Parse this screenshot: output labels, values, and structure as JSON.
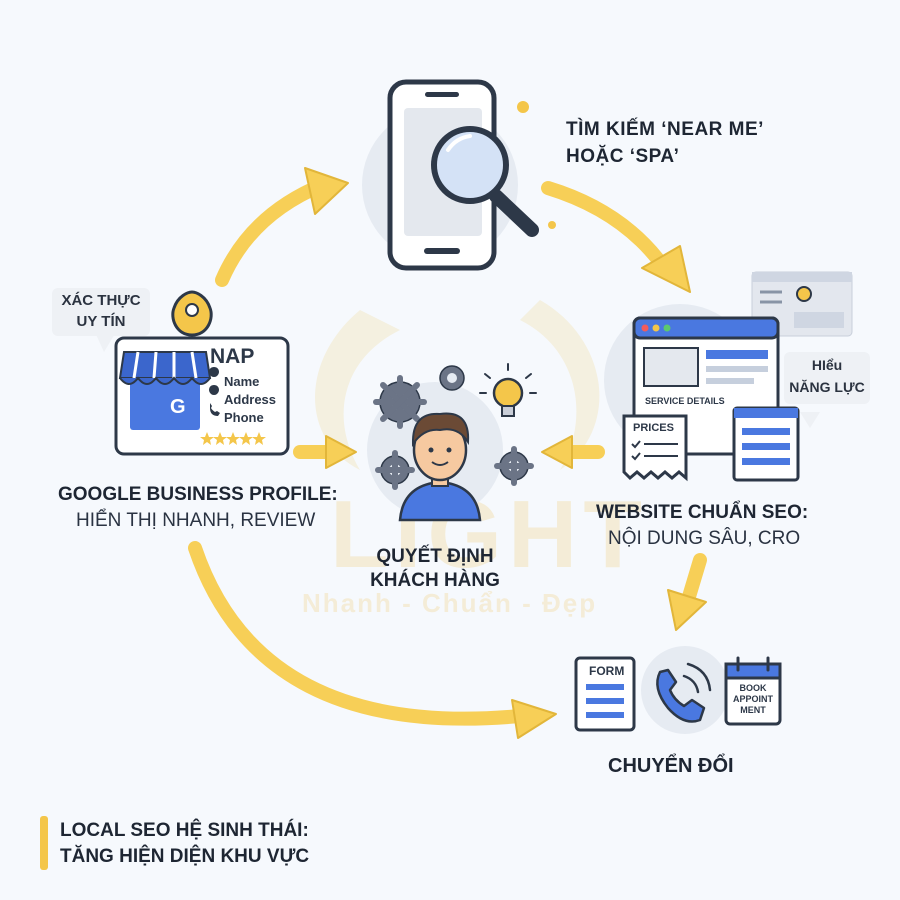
{
  "watermark": {
    "brand": "LIGHT",
    "slogan": "Nhanh - Chuẩn - Đẹp"
  },
  "search": {
    "line1": "TÌM KIẾM ‘NEAR ME’",
    "line2": "HOẶC ‘SPA’"
  },
  "gbp": {
    "bubble_line1": "XÁC THỰC",
    "bubble_line2": "UY TÍN",
    "card_title": "NAP",
    "card_items": [
      "Name",
      "Address",
      "Phone"
    ],
    "card_logo_letter": "G",
    "caption_line1": "GOOGLE BUSINESS PROFILE:",
    "caption_line2": "HIỂN THỊ NHANH, REVIEW"
  },
  "website": {
    "bubble_line1": "HIểu",
    "bubble_line2": "NĂNG LỰC",
    "service_label": "SERVICE DETAILS",
    "prices_label": "PRICES",
    "caption_line1": "WEBSITE CHUẨN SEO:",
    "caption_line2": "NỘI DUNG SÂU, CRO"
  },
  "center": {
    "line1": "QUYẾT ĐỊNH",
    "line2": "KHÁCH HÀNG"
  },
  "conversion": {
    "form_label": "FORM",
    "book_line1": "BOOK",
    "book_line2": "APPOINT",
    "book_line3": "MENT",
    "caption": "CHUYỂN ĐỔI"
  },
  "footer": {
    "line1": "LOCAL SEO HỆ SINH THÁI:",
    "line2": "TĂNG HIỆN DIỆN KHU VỰC"
  },
  "colors": {
    "arrow": "#f7cf57",
    "arrow_stroke": "#e2b63a",
    "blue": "#4a78e0",
    "dark": "#2d3848",
    "circle": "#e6ebf2",
    "accent": "#f4c64a"
  }
}
